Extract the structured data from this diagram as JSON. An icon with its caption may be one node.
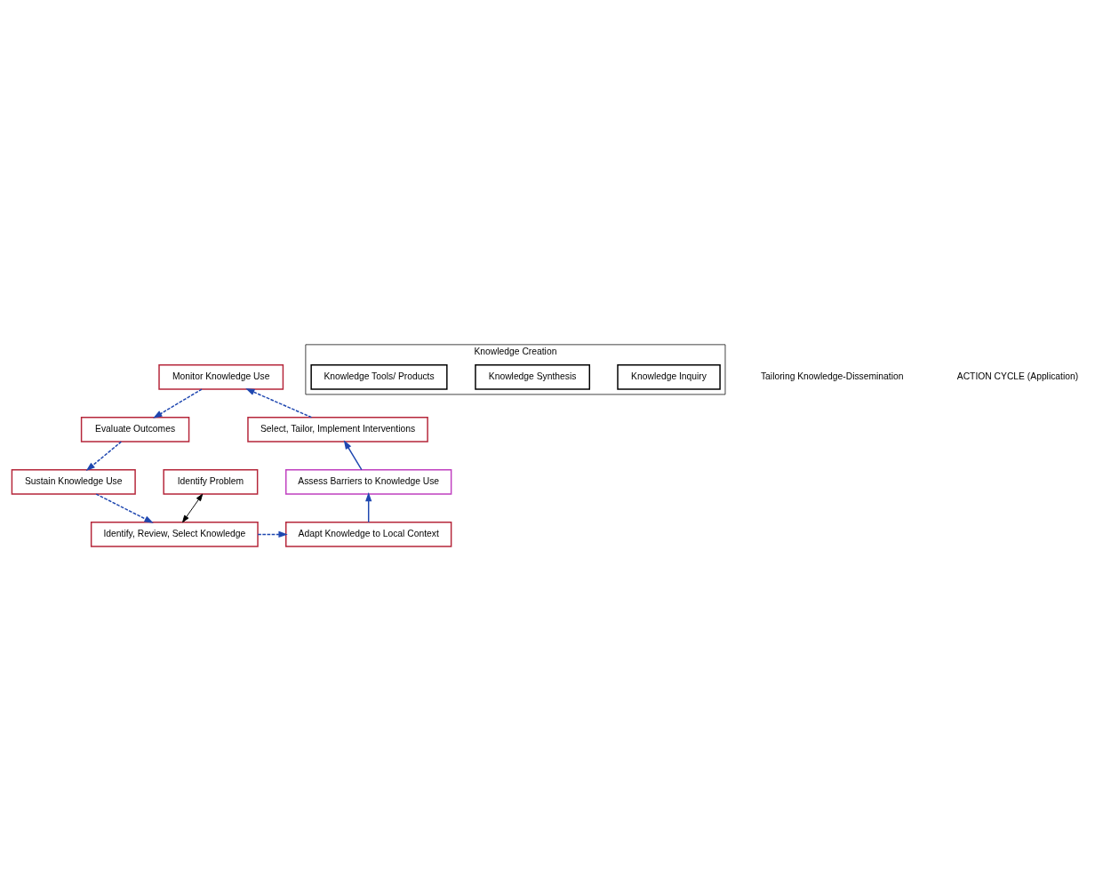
{
  "diagram": {
    "nodes": [
      {
        "text": [
          "Monitor Knowledge Use"
        ]
      },
      {
        "text": [
          "Evaluate Outcomes"
        ]
      },
      {
        "text": [
          "Sustain Knowledge Use"
        ]
      },
      {
        "text": [
          "Identify Problem"
        ]
      },
      {
        "text": [
          "Identify, Review, Select Knowledge"
        ]
      },
      {
        "text": [
          "Adapt Knowledge to Local Context"
        ]
      },
      {
        "text": [
          "Assess Barriers to Knowledge Use"
        ]
      },
      {
        "text": [
          "Select, Tailor, Implement Interventions"
        ]
      },
      {
        "text": [
          "Knowledge Creation"
        ]
      },
      {
        "text": [
          "Knowledge Inquiry"
        ],
        "in": 8
      },
      {
        "text": [
          "Knowledge Synthesis"
        ],
        "in": 8
      },
      {
        "text": [
          "Knowledge Tools/ Products"
        ],
        "in": 8
      }
    ],
    "edges": [
      {
        "from": 0,
        "to": 1,
        "arrow": "to",
        "style": "dashed"
      },
      {
        "from": 1,
        "to": 2,
        "arrow": "to",
        "style": "dashed"
      },
      {
        "from": 2,
        "to": 4,
        "arrow": "to",
        "style": "dashed"
      },
      {
        "from": 3,
        "to": 4,
        "arrow": "both",
        "color": "#000000"
      },
      {
        "from": 4,
        "to": 5,
        "arrow": "to",
        "style": "dashed"
      },
      {
        "from": 5,
        "to": 6,
        "arrow": "to"
      },
      {
        "from": 6,
        "to": 7,
        "arrow": "to"
      },
      {
        "from": 7,
        "to": 0,
        "arrow": "to",
        "style": "dashed"
      }
    ],
    "labels": [
      "Tailoring Knowledge-Dissemination",
      "ACTION CYCLE (Application)"
    ]
  }
}
